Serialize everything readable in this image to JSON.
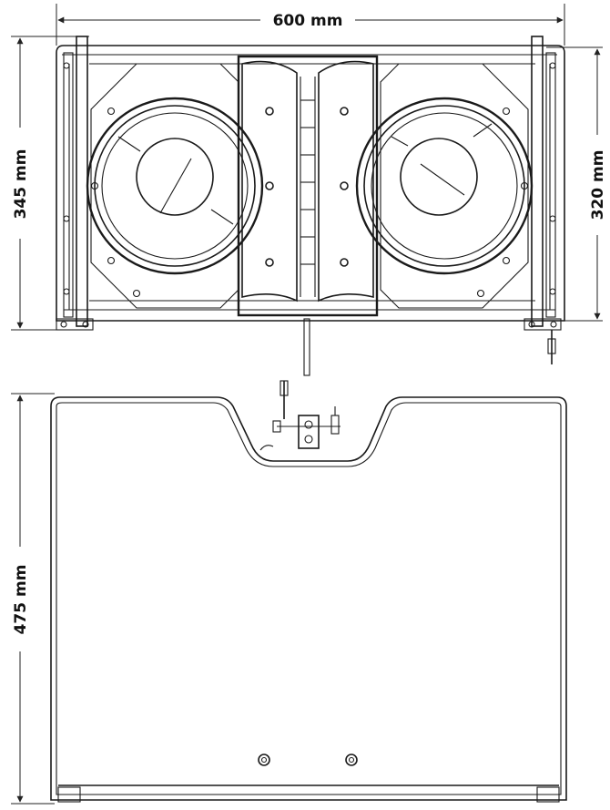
{
  "dimensions": {
    "width_label": "600 mm",
    "front_height_label": "345 mm",
    "front_inner_height_label": "320 mm",
    "depth_label": "475 mm"
  },
  "colors": {
    "line": "#1a1a1a",
    "background": "#ffffff"
  }
}
